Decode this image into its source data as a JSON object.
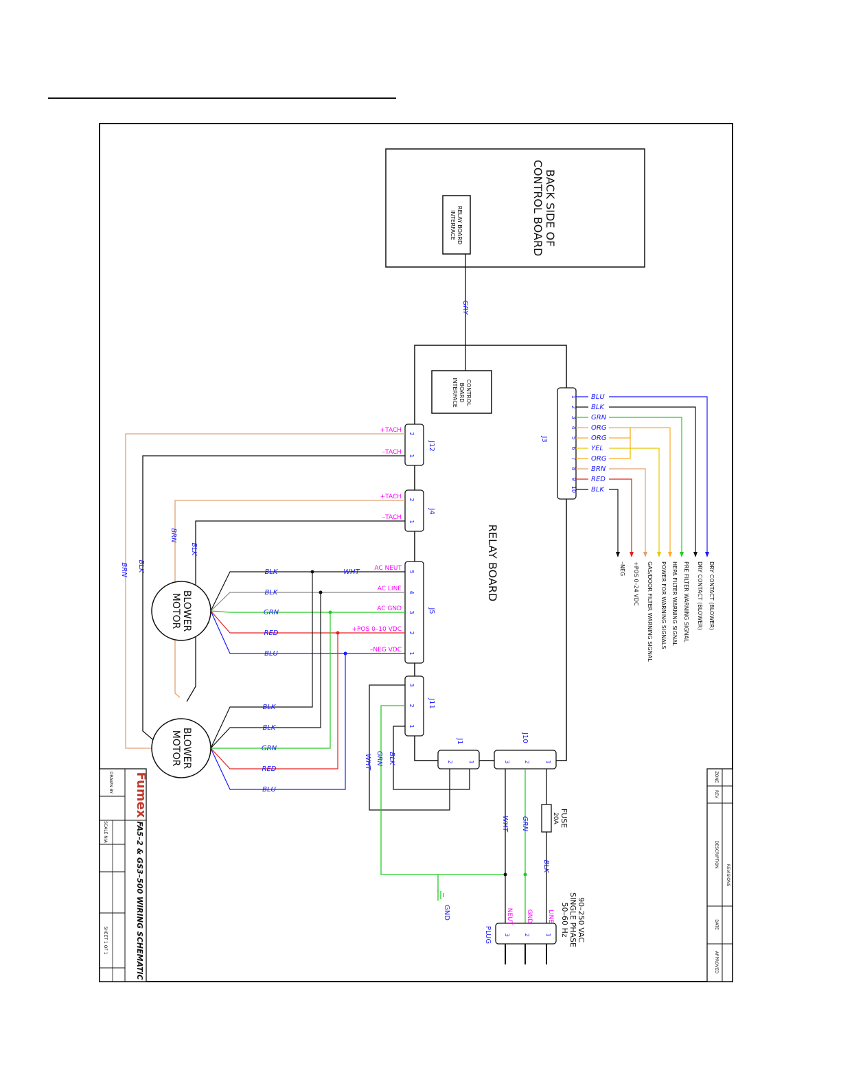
{
  "board_top": {
    "line1": "BACK SIDE OF",
    "line2": "CONTROL BOARD"
  },
  "relay_board_interface": {
    "line1": "RELAY BOARD",
    "line2": "INTERFACE"
  },
  "control_board_interface": {
    "line1": "CONTROL",
    "line2": "BOARD",
    "line3": "INTERFACE"
  },
  "relay_board": {
    "label": "RELAY BOARD"
  },
  "gry_wire": "GRY",
  "connectors": {
    "j3": "J3",
    "j12": "J12",
    "j4": "J4",
    "j5": "J5",
    "j11": "J11",
    "j1": "J1",
    "j10": "J10"
  },
  "pin_numbers": [
    "1",
    "2",
    "3",
    "4",
    "5",
    "6",
    "7",
    "8",
    "9",
    "10"
  ],
  "j3_wires": [
    "BLU",
    "BLK",
    "GRN",
    "ORG",
    "ORG",
    "YEL",
    "ORG",
    "BRN",
    "RED",
    "BLK"
  ],
  "j3_signals": [
    "DRY CONTACT (BLOWER)",
    "DRY CONTACT (BLOWER)",
    "PRE FILTER WARNING SIGNAL",
    "HEPA FILTER WARNING SIGNAL",
    "POWER FOR WARNING SIGNALS",
    "GAS/DOOR FILTER WARNING SIGNAL",
    "+POS 0–24 VDC",
    "–NEG"
  ],
  "tach": {
    "plus": "+TACH",
    "minus": "–TACH"
  },
  "j5_pins": [
    "AC NEUT",
    "AC LINE",
    "AC GND",
    "+POS 0–10 VDC",
    "–NEG VDC"
  ],
  "motor_wires": [
    "BLK",
    "BLK",
    "GRN",
    "RED",
    "BLU"
  ],
  "wht": "WHT",
  "brn": "BRN",
  "blk": "BLK",
  "grn": "GRN",
  "blower_motor": {
    "line1": "BLOWER",
    "line2": "MOTOR"
  },
  "fuse": {
    "line1": "FUSE",
    "line2": "20A"
  },
  "ground": "GND",
  "plug": {
    "label": "PLUG",
    "pins": [
      "LINE",
      "GND",
      "NEUT"
    ],
    "spec": [
      "90–250 VAC",
      "SINGLE PHASE",
      "50–60 Hz"
    ]
  },
  "title_block": {
    "company": "Fumex",
    "title": "FA5–2 & GS3–500 WIRING SCHEMATIC",
    "scale": "SCALE N/A",
    "drawn": "DRAWN BY",
    "sheet": "SHEET 1 OF 1"
  },
  "revision_block": {
    "zone": "ZONE",
    "rev": "REV",
    "description": "DESCRIPTION",
    "revisions": "REVISIONS",
    "date": "DATE",
    "approved": "APPROVED"
  },
  "colors": {
    "blue": "#1a1aff",
    "green": "#22cc22",
    "red": "#e61e1e",
    "orange": "#ffaa22",
    "yellow": "#e6c800",
    "tan": "#e0a070",
    "black": "#111111",
    "gray": "#888888",
    "magenta": "#ff00ff"
  }
}
